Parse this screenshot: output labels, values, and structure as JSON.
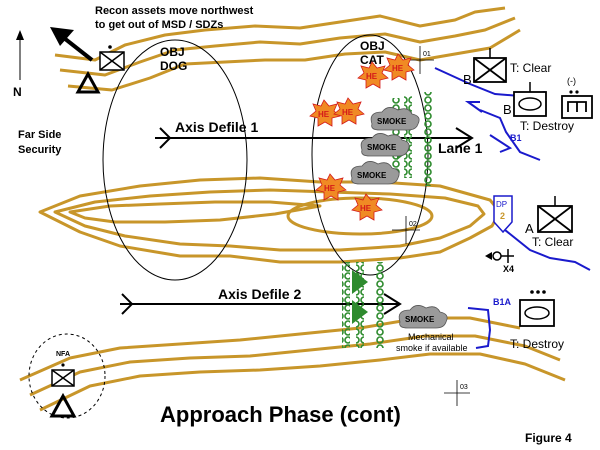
{
  "labels": {
    "recon_note_line1": "Recon assets move northwest",
    "recon_note_line2": "to get out of MSD / SDZs",
    "north": "N",
    "obj_dog_line1": "OBJ",
    "obj_dog_line2": "DOG",
    "obj_cat_line1": "OBJ",
    "obj_cat_line2": "CAT",
    "checkpoint_01": "01",
    "checkpoint_02": "02",
    "checkpoint_03": "03",
    "far_side_line1": "Far Side",
    "far_side_line2": "Security",
    "axis_defile_1": "Axis Defile 1",
    "axis_defile_2": "Axis Defile 2",
    "lane_1": "Lane 1",
    "he": "HE",
    "smoke": "SMOKE",
    "mechanical_smoke_line1": "Mechanical",
    "mechanical_smoke_line2": "smoke if available",
    "unit_b_top": "B",
    "unit_b_mid": "B",
    "t_clear_top": "T: Clear",
    "t_destroy_top": "T: Destroy",
    "graphic_b1": "B1",
    "unit_a": "A",
    "t_clear_a": "T: Clear",
    "dp_label_line1": "DP",
    "dp_label_line2": "2",
    "x4": "X4",
    "graphic_b1a": "B1A",
    "t_destroy_bottom": "T: Destroy",
    "nfa": "NFA",
    "unit_size_paren": "(-)",
    "title": "Approach Phase (cont)",
    "figure": "Figure 4"
  },
  "colors": {
    "terrain": "#c8962a",
    "obstacle": "#2e8b2e",
    "friendly_graphics": "#1a1acc",
    "he_fill": "#f08a24",
    "he_text": "#d41a1a",
    "smoke_fill": "#9a9a9a",
    "ink": "#000000"
  }
}
